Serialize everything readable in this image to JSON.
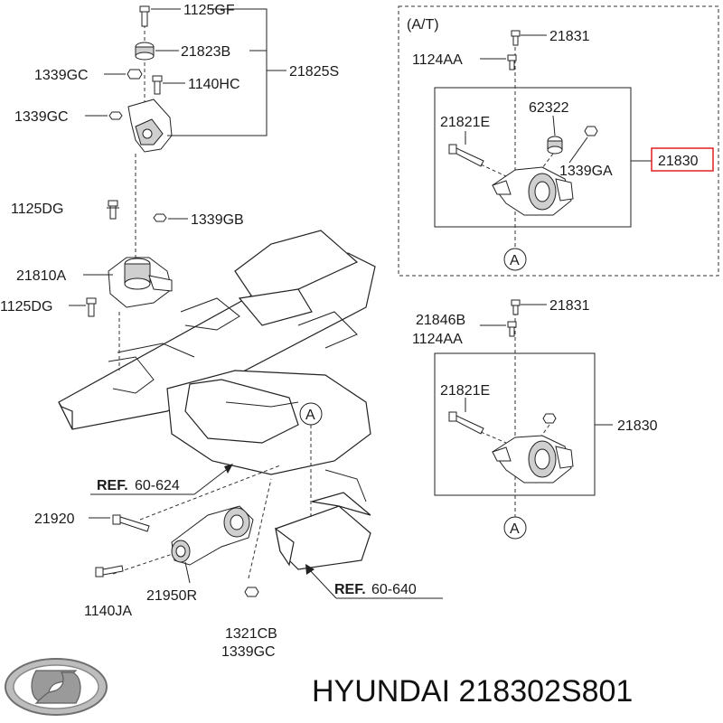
{
  "brand": {
    "title": "HYUNDAI 218302S801",
    "logo_icon": "hyundai-logo-icon"
  },
  "labels": {
    "p1125GF": "1125GF",
    "p21823B": "21823B",
    "p21825S": "21825S",
    "p1339GC_a": "1339GC",
    "p1140HC": "1140HC",
    "p1339GC_b": "1339GC",
    "p1125DG_a": "1125DG",
    "p1339GB": "1339GB",
    "p21810A": "21810A",
    "p1125DG_b": "1125DG",
    "ref1_bold": "REF.",
    "ref1_num": "60-624",
    "p21920": "21920",
    "p1140JA": "1140JA",
    "p21950R": "21950R",
    "p1321CB": "1321CB",
    "p1339GC_c": "1339GC",
    "ref2_bold": "REF.",
    "ref2_num": "60-640",
    "callout_A_main": "A",
    "at_title": "(A/T)",
    "at_21831": "21831",
    "at_1124AA": "1124AA",
    "at_21821E": "21821E",
    "at_62322": "62322",
    "at_1339GA": "1339GA",
    "at_21830": "21830",
    "at_callout_A": "A",
    "mt_21831": "21831",
    "mt_21846B": "21846B",
    "mt_1124AA": "1124AA",
    "mt_21821E": "21821E",
    "mt_21830": "21830",
    "mt_callout_A": "A"
  },
  "colors": {
    "highlight": "#e02020"
  }
}
